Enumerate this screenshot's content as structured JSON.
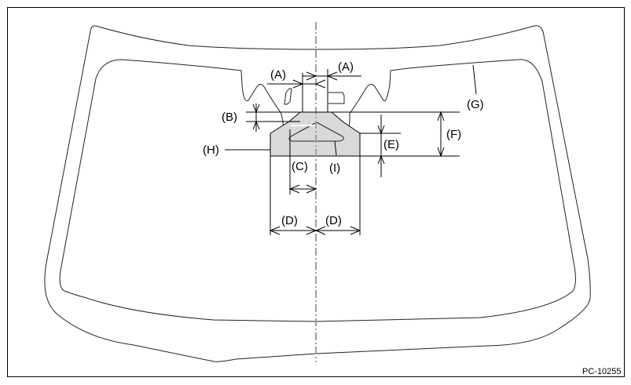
{
  "figure": {
    "code": "PC-10255",
    "subject": "windshield",
    "labels": {
      "A_left": "(A)",
      "A_right": "(A)",
      "B": "(B)",
      "C": "(C)",
      "D_left": "(D)",
      "D_right": "(D)",
      "E": "(E)",
      "F": "(F)",
      "G": "(G)",
      "H": "(H)",
      "I": "(I)"
    },
    "colors": {
      "line": "#000000",
      "shaded_area": "#d9d9d9",
      "centerline": "#a0a0a0"
    }
  }
}
